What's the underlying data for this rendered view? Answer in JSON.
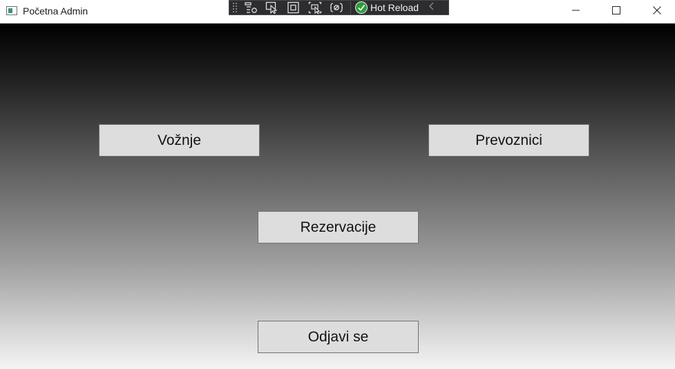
{
  "window": {
    "title": "Početna Admin",
    "controls": [
      "minimize",
      "maximize",
      "close"
    ]
  },
  "debug_toolbar": {
    "icons": [
      "live-visual-tree-icon",
      "select-element-icon",
      "display-layout-adorners-icon",
      "track-focus-icon",
      "binding-failures-icon"
    ],
    "hot_reload_label": "Hot Reload",
    "hot_reload_status_color": "#2e9c3f"
  },
  "main": {
    "buttons": {
      "voznje": "Vožnje",
      "prevoznici": "Prevoznici",
      "rezervacije": "Rezervacije",
      "odjavi": "Odjavi se"
    },
    "background_gradient": [
      "#000000",
      "#f4f4f4"
    ],
    "button_color": "#dddddd"
  }
}
